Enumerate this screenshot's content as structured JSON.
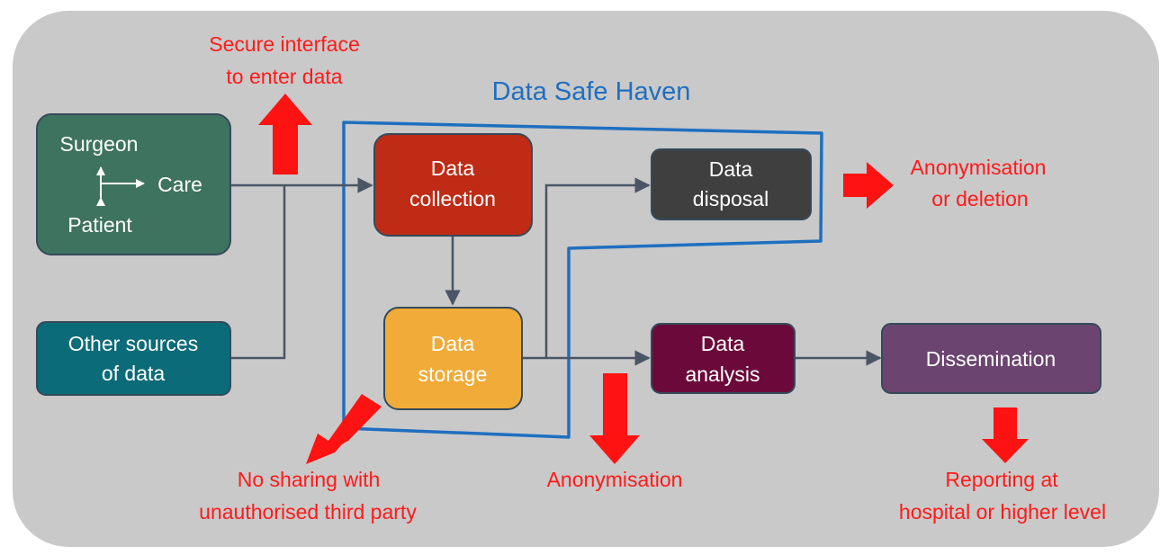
{
  "title": "Data Safe Haven",
  "colors": {
    "background": "#c9c9c9",
    "haven_outline": "#1f6fc0",
    "connector": "#4a5566",
    "red_arrow": "#ff1212",
    "note_text": "#ff1a1a"
  },
  "boxes": {
    "surgeon_care": {
      "surgeon": "Surgeon",
      "care": "Care",
      "patient": "Patient",
      "color": "#3e7360"
    },
    "other_sources": {
      "line1": "Other sources",
      "line2": "of data",
      "color": "#0b6b78"
    },
    "data_collection": {
      "line1": "Data",
      "line2": "collection",
      "color": "#bf2b15"
    },
    "data_disposal": {
      "line1": "Data",
      "line2": "disposal",
      "color": "#3f3f3f"
    },
    "data_storage": {
      "line1": "Data",
      "line2": "storage",
      "color": "#f1ab38"
    },
    "data_analysis": {
      "line1": "Data",
      "line2": "analysis",
      "color": "#6b0a3a"
    },
    "dissemination": {
      "line1": "Dissemination",
      "color": "#6b4470"
    }
  },
  "notes": {
    "secure_interface": {
      "line1": "Secure interface",
      "line2": "to enter data"
    },
    "anonymisation_deletion": {
      "line1": "Anonymisation",
      "line2": "or deletion"
    },
    "no_sharing": {
      "line1": "No sharing with",
      "line2": "unauthorised third party"
    },
    "anonymisation": {
      "line1": "Anonymisation"
    },
    "reporting": {
      "line1": "Reporting at",
      "line2": "hospital or higher level"
    }
  }
}
